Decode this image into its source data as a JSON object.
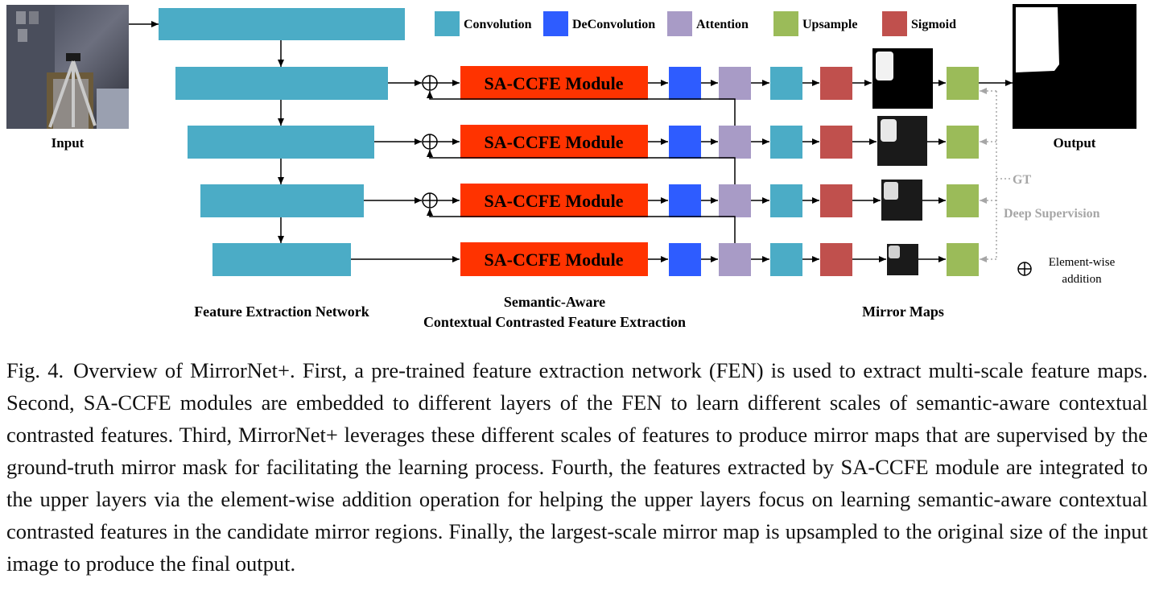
{
  "legend": [
    {
      "label": "Convolution",
      "color": "#4bacc6"
    },
    {
      "label": "DeConvolution",
      "color": "#2e5cff"
    },
    {
      "label": "Attention",
      "color": "#a89bc6"
    },
    {
      "label": "Upsample",
      "color": "#9bbb59"
    },
    {
      "label": "Sigmoid",
      "color": "#c0504d"
    }
  ],
  "colors": {
    "module": "#ff3300",
    "arrow": "#000000",
    "supervision": "#a6a6a6"
  },
  "labels": {
    "input": "Input",
    "output": "Output",
    "fen": "Feature Extraction Network",
    "sa_line1": "Semantic-Aware",
    "sa_line2": "Contextual Contrasted Feature Extraction",
    "mirror_maps": "Mirror Maps",
    "gt": "GT",
    "deep_supervision": "Deep Supervision",
    "element_wise_line1": "Element-wise",
    "element_wise_line2": "addition"
  },
  "modules": [
    "SA-CCFE Module",
    "SA-CCFE Module",
    "SA-CCFE Module",
    "SA-CCFE Module"
  ],
  "caption": {
    "label": "Fig. 4.",
    "text": "Overview of MirrorNet+. First, a pre-trained feature extraction network (FEN) is used to extract multi-scale feature maps. Second, SA-CCFE modules are embedded to different layers of the FEN to learn different scales of semantic-aware contextual contrasted features. Third, MirrorNet+ leverages these different scales of features to produce mirror maps that are supervised by the ground-truth mirror mask for facilitating the learning process. Fourth, the features extracted by SA-CCFE module are integrated to the upper layers via the element-wise addition operation for helping the upper layers focus on learning semantic-aware contextual contrasted features in the candidate mirror regions. Finally, the largest-scale mirror map is upsampled to the original size of the input image to produce the final output."
  }
}
